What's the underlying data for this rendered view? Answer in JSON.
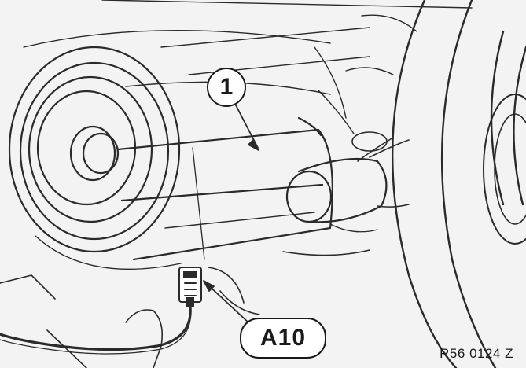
{
  "callouts": {
    "item_1": "1",
    "item_a10": "A10"
  },
  "figure_code": "R56 0124 Z",
  "colors": {
    "line": "#2a2a2a",
    "background": "#f3f3f3"
  }
}
